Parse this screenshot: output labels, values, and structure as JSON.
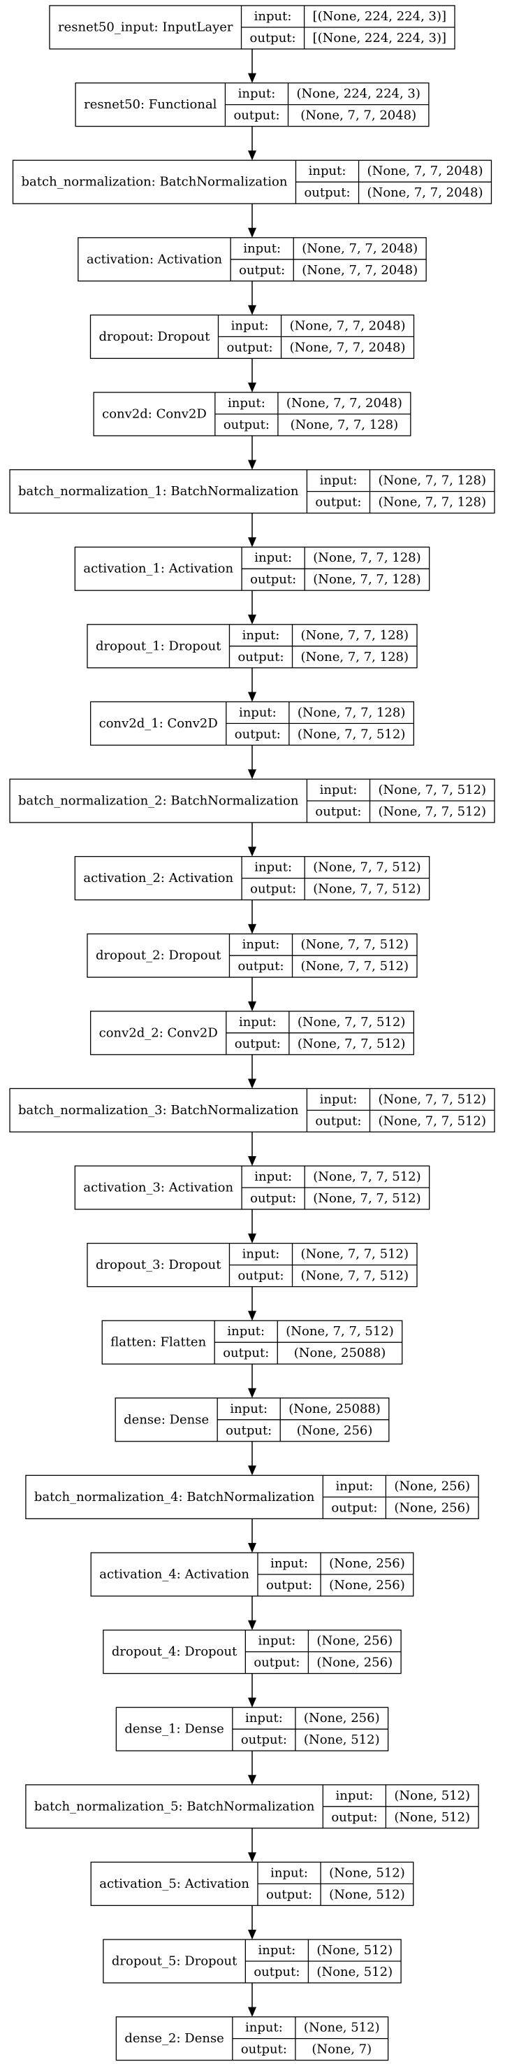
{
  "labels": {
    "input": "input:",
    "output": "output:"
  },
  "colors": {
    "stroke": "#000000",
    "background": "#ffffff"
  },
  "layers": [
    {
      "name": "resnet50_input: InputLayer",
      "input": "[(None, 224, 224, 3)]",
      "output": "[(None, 224, 224, 3)]"
    },
    {
      "name": "resnet50: Functional",
      "input": "(None, 224, 224, 3)",
      "output": "(None, 7, 7, 2048)"
    },
    {
      "name": "batch_normalization: BatchNormalization",
      "input": "(None, 7, 7, 2048)",
      "output": "(None, 7, 7, 2048)"
    },
    {
      "name": "activation: Activation",
      "input": "(None, 7, 7, 2048)",
      "output": "(None, 7, 7, 2048)"
    },
    {
      "name": "dropout: Dropout",
      "input": "(None, 7, 7, 2048)",
      "output": "(None, 7, 7, 2048)"
    },
    {
      "name": "conv2d: Conv2D",
      "input": "(None, 7, 7, 2048)",
      "output": "(None, 7, 7, 128)"
    },
    {
      "name": "batch_normalization_1: BatchNormalization",
      "input": "(None, 7, 7, 128)",
      "output": "(None, 7, 7, 128)"
    },
    {
      "name": "activation_1: Activation",
      "input": "(None, 7, 7, 128)",
      "output": "(None, 7, 7, 128)"
    },
    {
      "name": "dropout_1: Dropout",
      "input": "(None, 7, 7, 128)",
      "output": "(None, 7, 7, 128)"
    },
    {
      "name": "conv2d_1: Conv2D",
      "input": "(None, 7, 7, 128)",
      "output": "(None, 7, 7, 512)"
    },
    {
      "name": "batch_normalization_2: BatchNormalization",
      "input": "(None, 7, 7, 512)",
      "output": "(None, 7, 7, 512)"
    },
    {
      "name": "activation_2: Activation",
      "input": "(None, 7, 7, 512)",
      "output": "(None, 7, 7, 512)"
    },
    {
      "name": "dropout_2: Dropout",
      "input": "(None, 7, 7, 512)",
      "output": "(None, 7, 7, 512)"
    },
    {
      "name": "conv2d_2: Conv2D",
      "input": "(None, 7, 7, 512)",
      "output": "(None, 7, 7, 512)"
    },
    {
      "name": "batch_normalization_3: BatchNormalization",
      "input": "(None, 7, 7, 512)",
      "output": "(None, 7, 7, 512)"
    },
    {
      "name": "activation_3: Activation",
      "input": "(None, 7, 7, 512)",
      "output": "(None, 7, 7, 512)"
    },
    {
      "name": "dropout_3: Dropout",
      "input": "(None, 7, 7, 512)",
      "output": "(None, 7, 7, 512)"
    },
    {
      "name": "flatten: Flatten",
      "input": "(None, 7, 7, 512)",
      "output": "(None, 25088)"
    },
    {
      "name": "dense: Dense",
      "input": "(None, 25088)",
      "output": "(None, 256)"
    },
    {
      "name": "batch_normalization_4: BatchNormalization",
      "input": "(None, 256)",
      "output": "(None, 256)"
    },
    {
      "name": "activation_4: Activation",
      "input": "(None, 256)",
      "output": "(None, 256)"
    },
    {
      "name": "dropout_4: Dropout",
      "input": "(None, 256)",
      "output": "(None, 256)"
    },
    {
      "name": "dense_1: Dense",
      "input": "(None, 256)",
      "output": "(None, 512)"
    },
    {
      "name": "batch_normalization_5: BatchNormalization",
      "input": "(None, 512)",
      "output": "(None, 512)"
    },
    {
      "name": "activation_5: Activation",
      "input": "(None, 512)",
      "output": "(None, 512)"
    },
    {
      "name": "dropout_5: Dropout",
      "input": "(None, 512)",
      "output": "(None, 512)"
    },
    {
      "name": "dense_2: Dense",
      "input": "(None, 512)",
      "output": "(None, 7)"
    }
  ]
}
